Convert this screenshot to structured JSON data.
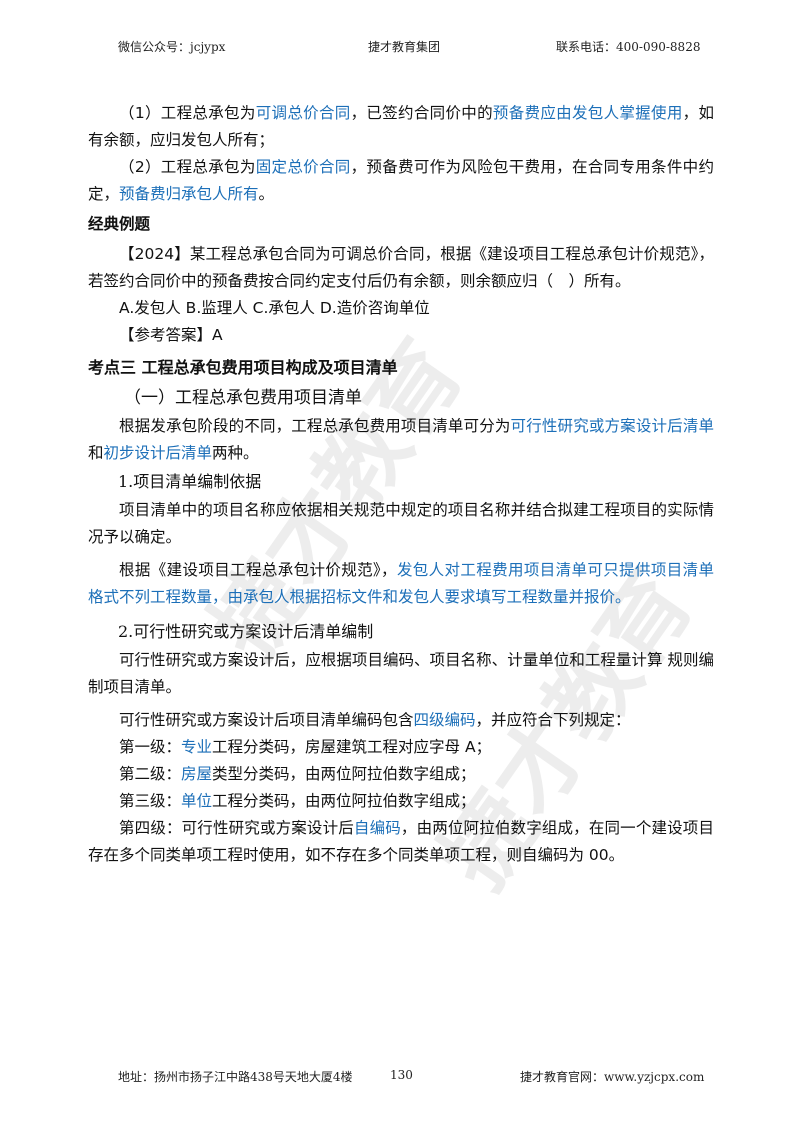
{
  "header": {
    "wechat": "微信公众号：jcjypx",
    "company": "捷才教育集团",
    "phone": "联系电话：400-090-8828"
  },
  "body": {
    "p1_a": "（1）工程总承包为",
    "p1_b": "可调总价合同",
    "p1_c": "，已签约合同价中的",
    "p1_d": "预备费应由发包人掌握使用",
    "p1_e": "，如有余额，应归发包人所有；",
    "p2_a": "（2）工程总承包为",
    "p2_b": "固定总价合同",
    "p2_c": "，预备费可作为风险包干费用，在合同专用条件中约定，",
    "p2_d": "预备费归承包人所有",
    "p2_e": "。",
    "example_title": "经典例题",
    "q": "【2024】某工程总承包合同为可调总价合同，根据《建设项目工程总承包计价规范》，若签约合同价中的预备费按合同约定支付后仍有余额，则余额应归（　）所有。",
    "options": "A.发包人  B.监理人 C.承包人 D.造价咨询单位",
    "answer": "【参考答案】A",
    "section3": "考点三  工程总承包费用项目构成及项目清单",
    "sub1": "（一）工程总承包费用项目清单",
    "p3_a": "根据发承包阶段的不同，工程总承包费用项目清单可分为",
    "p3_b": "可行性研究或方案设计后清单",
    "p3_c": "和",
    "p3_d": "初步设计后清单",
    "p3_e": "两种。",
    "num1": "1.项目清单编制依据",
    "p4": "项目清单中的项目名称应依据相关规范中规定的项目名称并结合拟建工程项目的实际情况予以确定。",
    "p5_a": "根据《建设项目工程总承包计价规范》，",
    "p5_b": "发包人对工程费用项目清单可只提供项目清单格式不列工程数量，由承包人根据招标文件和发包人要求填写工程数量并报价。",
    "num2": "2.可行性研究或方案设计后清单编制",
    "p6": "可行性研究或方案设计后，应根据项目编码、项目名称、计量单位和工程量计算 规则编制项目清单。",
    "p7_a": "可行性研究或方案设计后项目清单编码包含",
    "p7_b": "四级编码",
    "p7_c": "，并应符合下列规定：",
    "l1_a": "第一级：",
    "l1_b": "专业",
    "l1_c": "工程分类码，房屋建筑工程对应字母 A；",
    "l2_a": "第二级：",
    "l2_b": "房屋",
    "l2_c": "类型分类码，由两位阿拉伯数字组成；",
    "l3_a": "第三级：",
    "l3_b": "单位",
    "l3_c": "工程分类码，由两位阿拉伯数字组成；",
    "l4_a": "第四级：可行性研究或方案设计后",
    "l4_b": "自编码",
    "l4_c": "，由两位阿拉伯数字组成，在同一个建设项目存在多个同类单项工程时使用，如不存在多个同类单项工程，则自编码为 00。"
  },
  "footer": {
    "address": "地址：扬州市扬子江中路438号天地大厦4楼",
    "page": "130",
    "website": "捷才教育官网：www.yzjcpx.com"
  },
  "watermark": "捷才教育",
  "colors": {
    "highlight": "#1c6fb8"
  }
}
